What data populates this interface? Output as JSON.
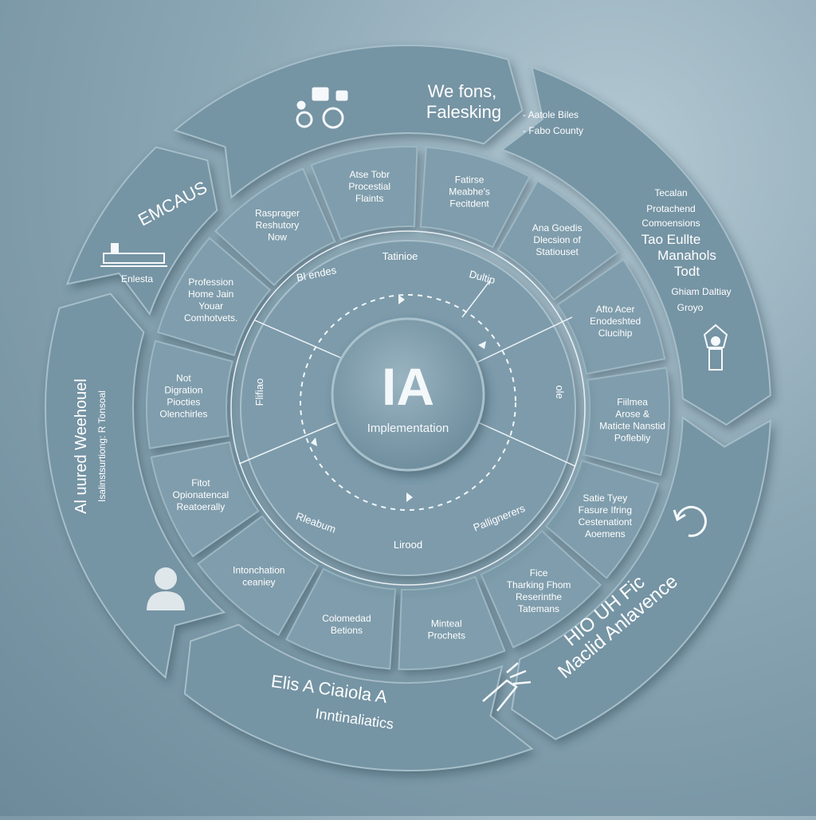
{
  "center": {
    "title": "IA",
    "subtitle": "Implementation"
  },
  "outer_ring": [
    {
      "lines": [
        "We fons,",
        "Falesking"
      ],
      "side_lines": [
        "- Aatole Biles",
        "- Fabo County"
      ],
      "icon": "group-icon"
    },
    {
      "lines": [
        "Tecalan",
        "Protachend",
        "Comoensions",
        "Tao Eullte",
        "Manahols",
        "Todt",
        "Ghiam Daltiay",
        "Groyo"
      ],
      "icon": "robot-hand-icon"
    },
    {
      "lines": [
        "HIO UH Fic",
        "Maclid Anlavence"
      ],
      "icon": "gear-cycle-icon"
    },
    {
      "lines": [
        "Elis A Ciaiola A",
        "Inntinaliatics"
      ],
      "icon": "hand-signal-icon"
    },
    {
      "lines": [
        "Al uured Weehouel",
        "Isalinstsurtiong: R Tonsoal"
      ],
      "icon": "user-icon"
    },
    {
      "lines": [
        "EMCAUS",
        "Enlesta"
      ],
      "icon": "machine-icon"
    }
  ],
  "middle_ring": [
    [
      "Fatirse",
      "Meabhe's",
      "Fecitdent"
    ],
    [
      "Ana Goedis",
      "Dlecsion of",
      "Statiouset"
    ],
    [
      "Afto Acer",
      "Enodeshted",
      "Clucihip"
    ],
    [
      "Fiilmea",
      "Arose &",
      "Maticte Nanstid",
      "Poflebliy"
    ],
    [
      "Satie Tyey",
      "Fasure Ifring",
      "Cestenationt",
      "Aoemens"
    ],
    [
      "Fice",
      "Tharking Fhom",
      "Reserinthe",
      "Tatemans"
    ],
    [
      "Minteal",
      "Prochets"
    ],
    [
      "Colomedad",
      "Betions"
    ],
    [
      "Intonchation",
      "ceaniey"
    ],
    [
      "Fitot",
      "Opionatencal",
      "Reatoerally"
    ],
    [
      "Not",
      "Digration",
      "Piocties",
      "Olenchirles"
    ],
    [
      "Profession",
      "Home Jain",
      "Youar",
      "Comhotvets."
    ],
    [
      "Rasprager",
      "Reshutory",
      "Now"
    ],
    [
      "Atse Tobr",
      "Procestial",
      "Flaints"
    ]
  ],
  "inner_ring": [
    "Tatinioe",
    "Dultip",
    "Bl endes",
    "Flifiao",
    "Rleabum",
    "Lirood",
    "Pallignerers",
    "ole"
  ]
}
